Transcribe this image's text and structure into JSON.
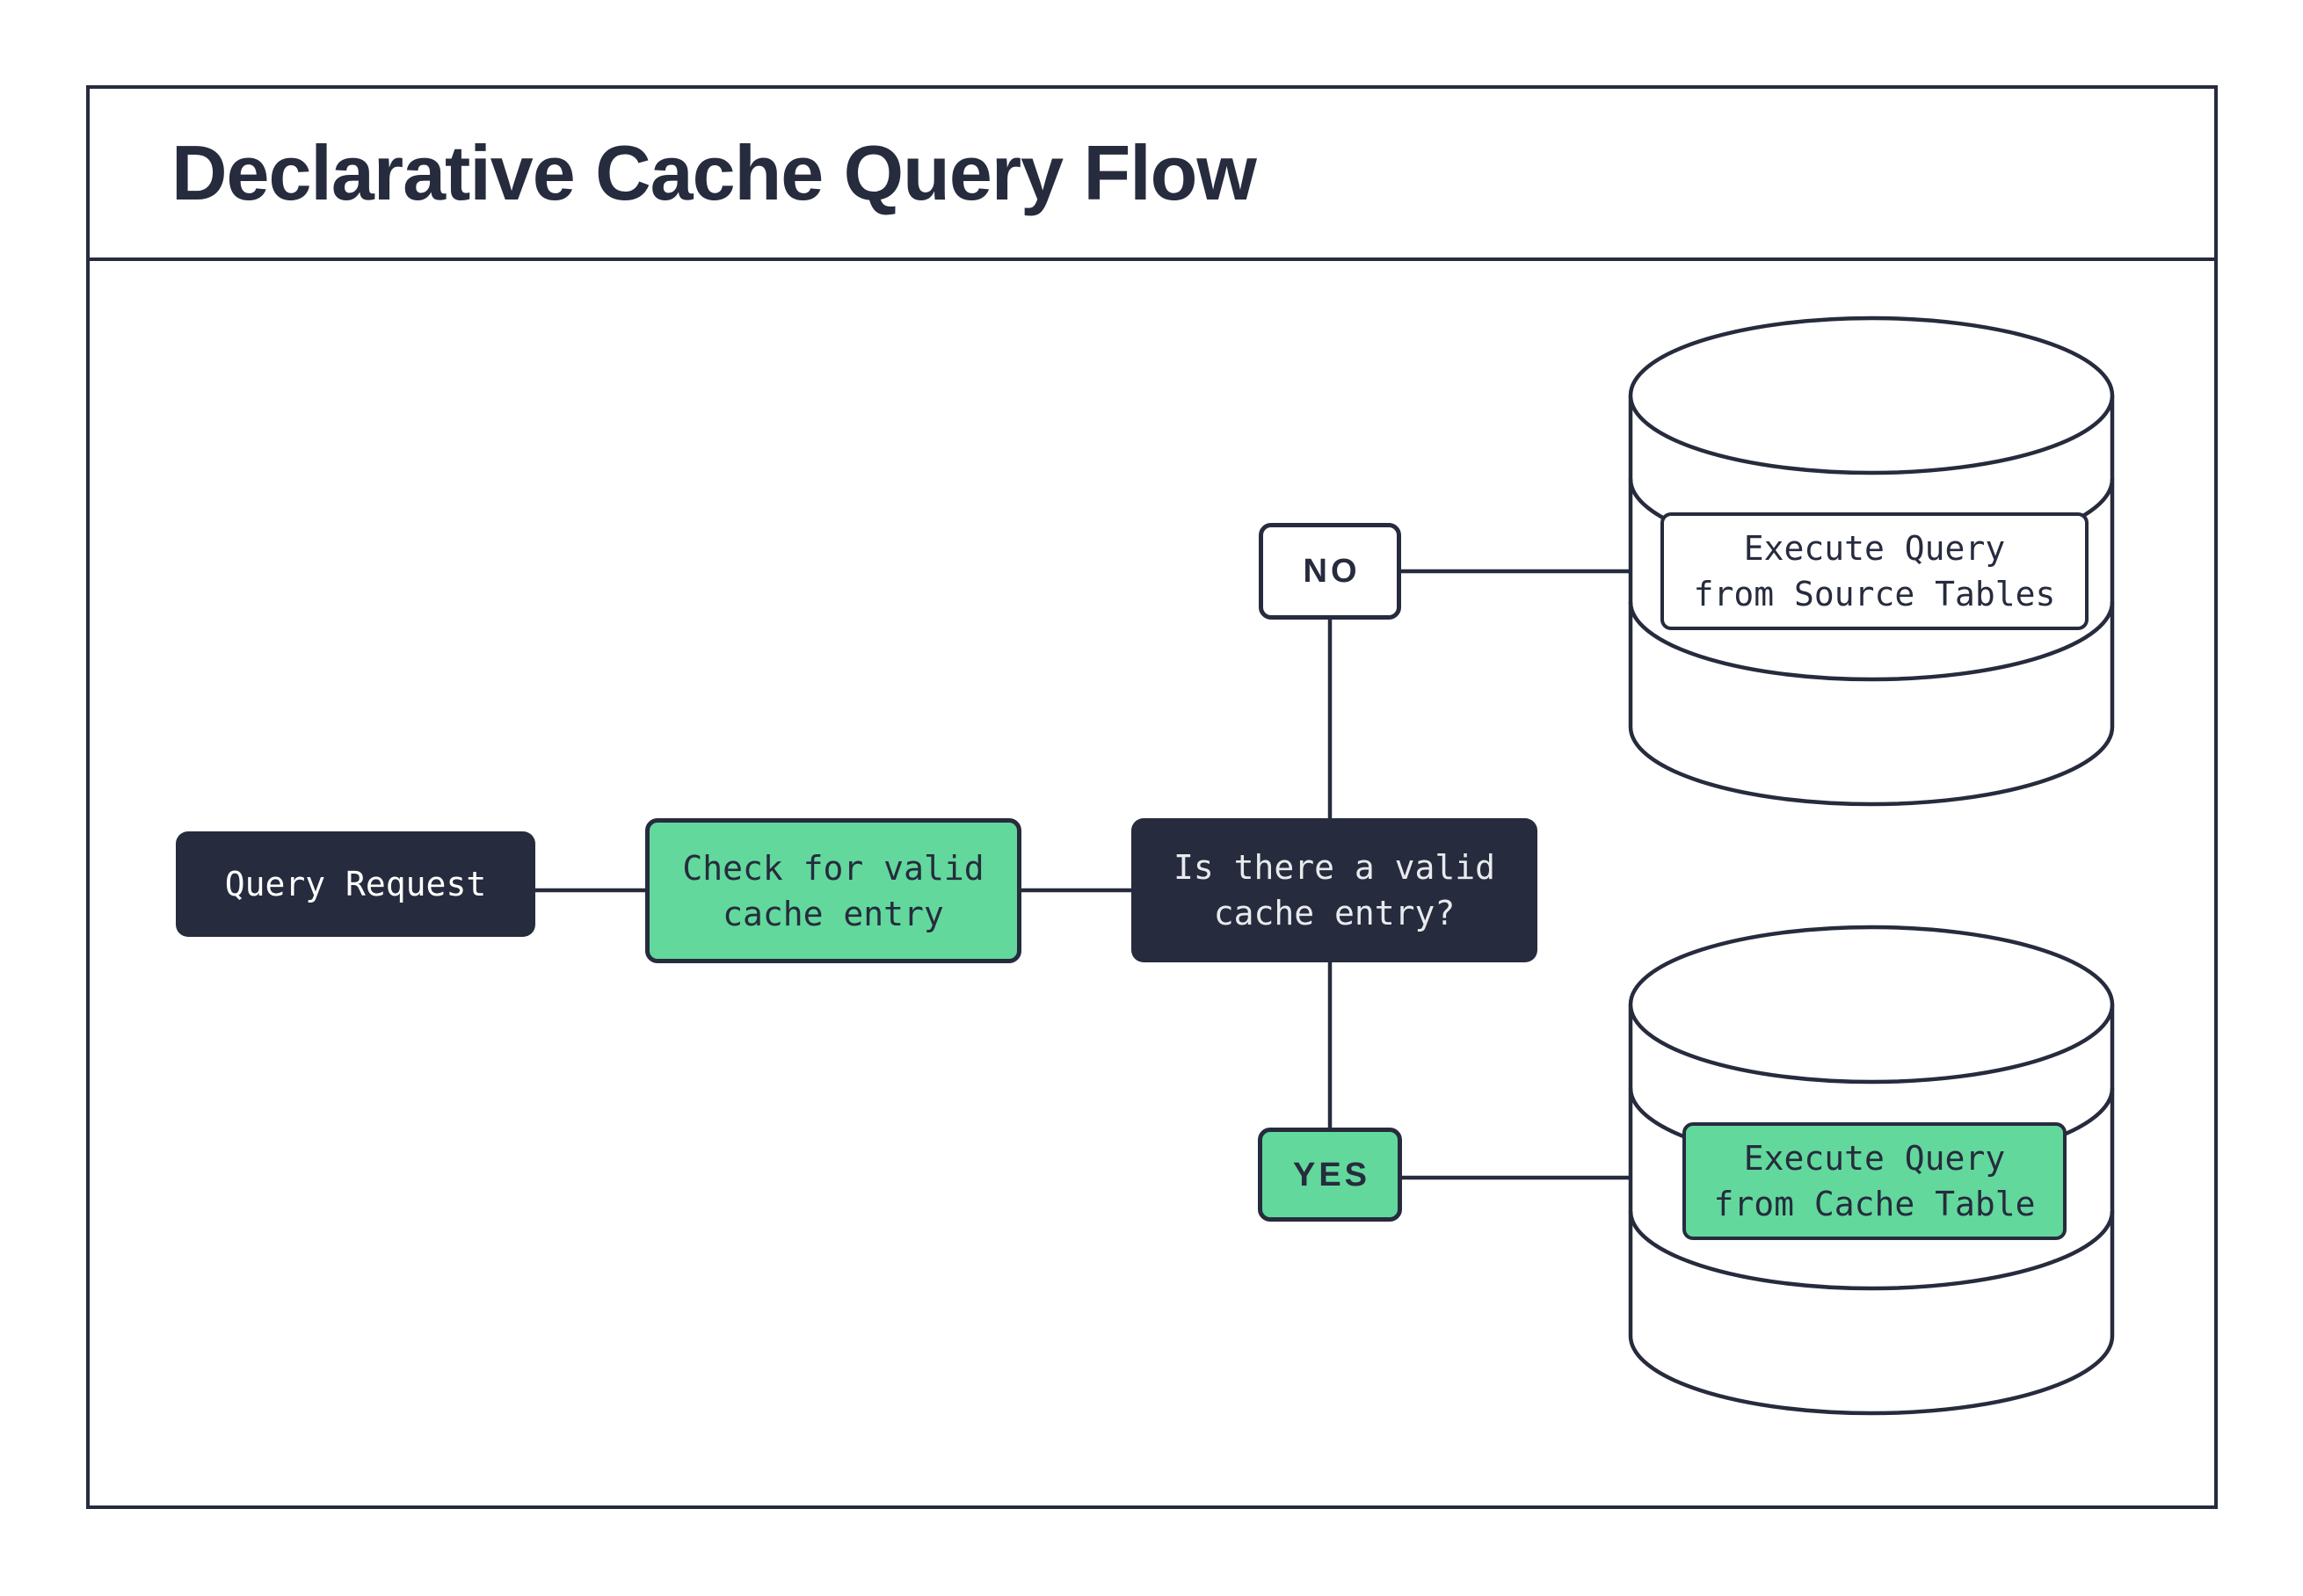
{
  "title": "Declarative Cache Query Flow",
  "colors": {
    "navy": "#262B3D",
    "green": "#62D89C",
    "background": "#FFFFFF",
    "decision_text": "#E8EAED"
  },
  "nodes": {
    "query_request": {
      "label": "Query Request"
    },
    "check_cache": {
      "line1": "Check for valid",
      "line2": "cache entry"
    },
    "decision": {
      "line1": "Is there a valid",
      "line2": "cache entry?"
    },
    "edge_no": {
      "label": "NO"
    },
    "edge_yes": {
      "label": "YES"
    },
    "source_db": {
      "line1": "Execute Query",
      "line2": "from Source Tables"
    },
    "cache_db": {
      "line1": "Execute Query",
      "line2": "from Cache Table"
    }
  }
}
